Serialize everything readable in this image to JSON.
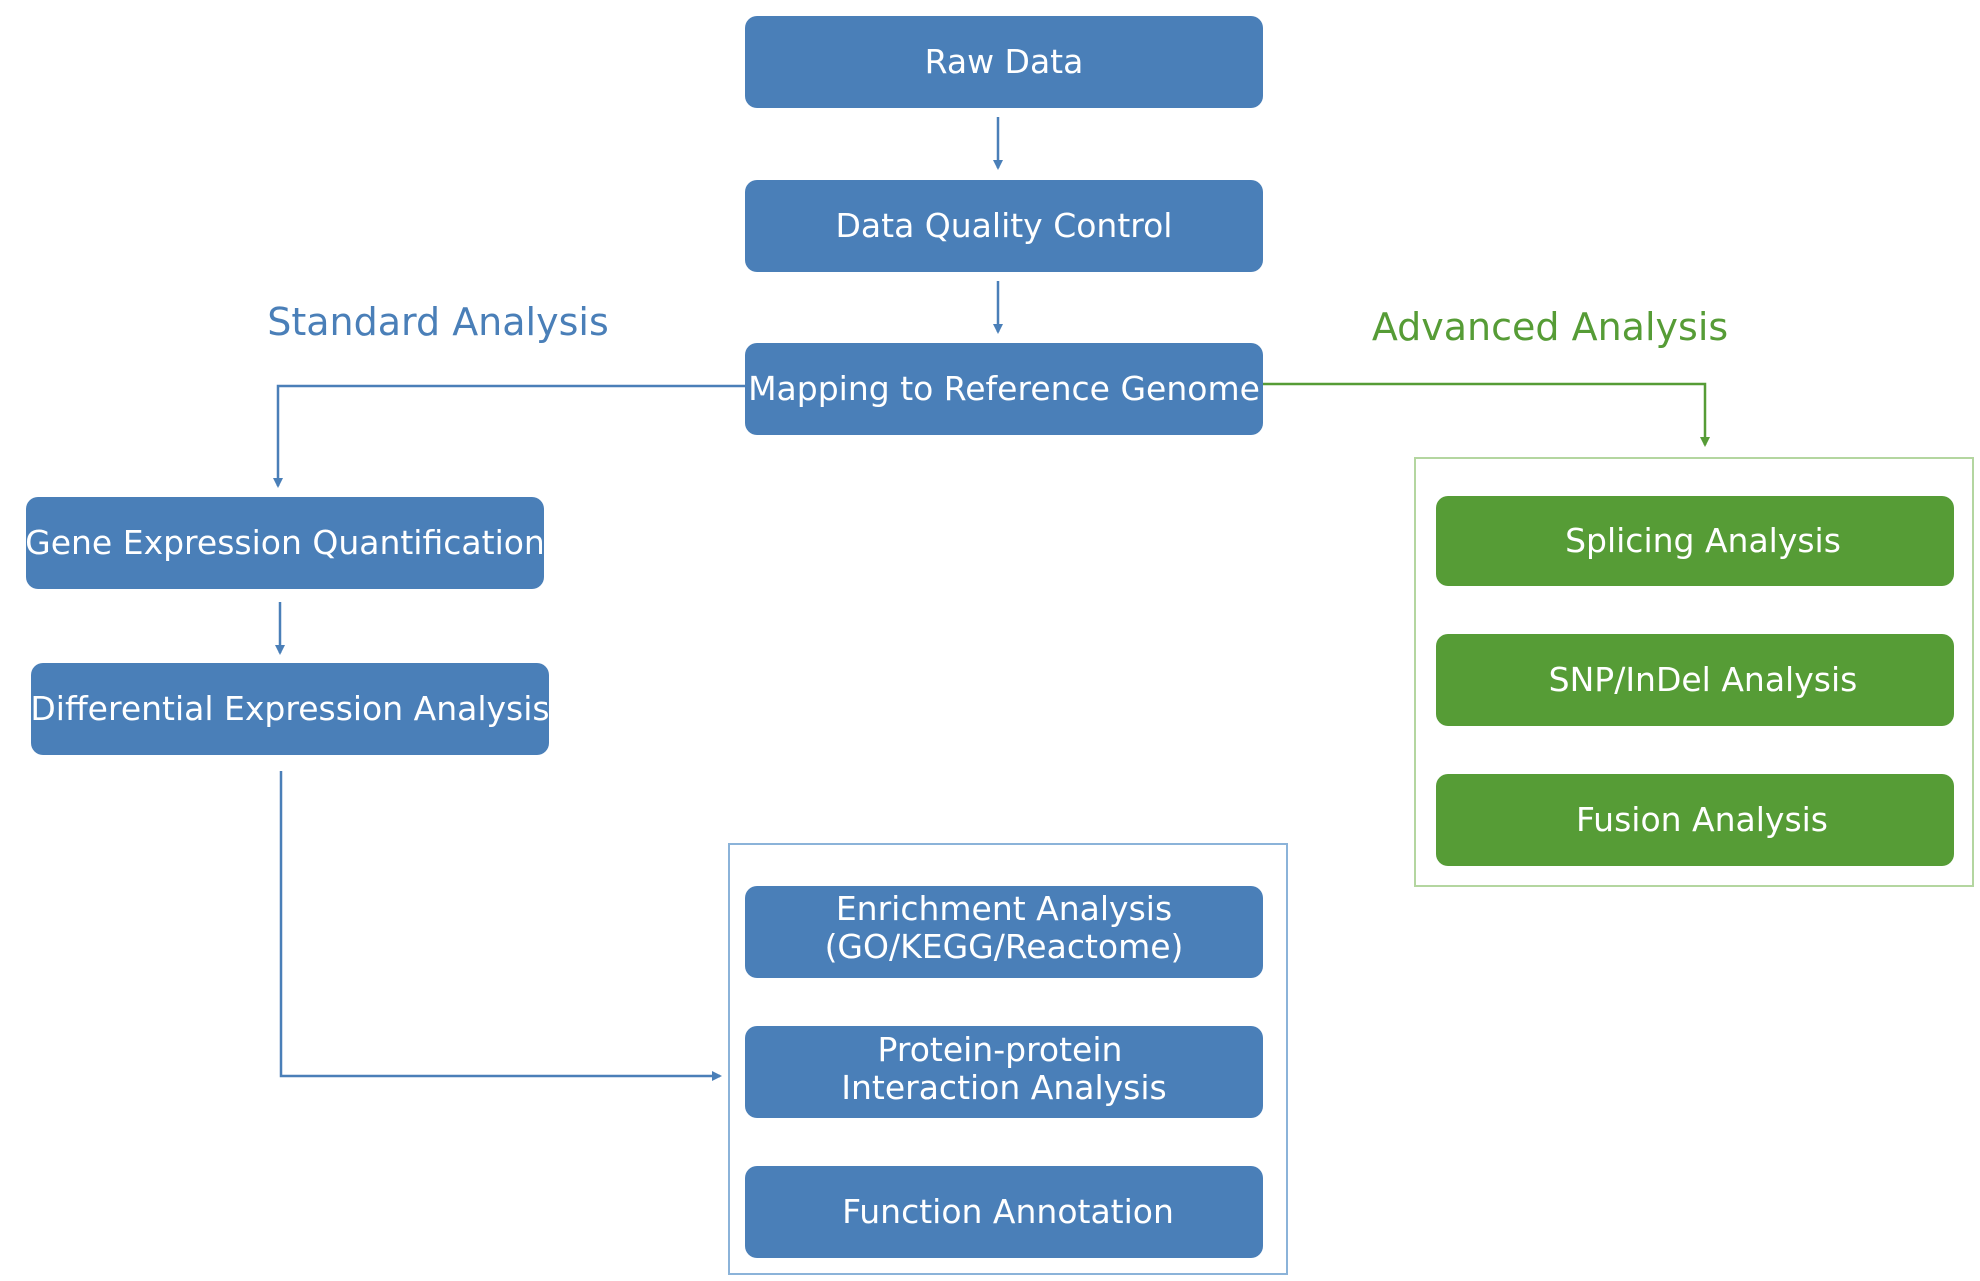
{
  "colors": {
    "standard": "#4a7fb8",
    "advanced": "#569c36",
    "node_text": "#ffffff",
    "background": "#ffffff"
  },
  "labels": {
    "standard": "Standard Analysis",
    "advanced": "Advanced Analysis"
  },
  "nodes": {
    "raw_data": "Raw Data",
    "data_quality_control": "Data Quality Control",
    "mapping": "Mapping to Reference Genome",
    "gene_expression_quantification": "Gene Expression Quantification",
    "differential_expression_analysis": "Differential Expression Analysis",
    "enrichment_line1": "Enrichment Analysis",
    "enrichment_line2": "(GO/KEGG/Reactome)",
    "ppi_line1": "Protein-protein",
    "ppi_line2": "Interaction Analysis",
    "function_annotation": "Function Annotation",
    "splicing_analysis": "Splicing Analysis",
    "snp_indel_analysis": "SNP/InDel Analysis",
    "fusion_analysis": "Fusion Analysis"
  }
}
